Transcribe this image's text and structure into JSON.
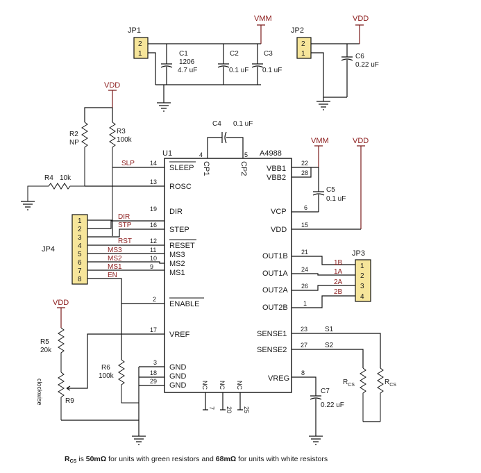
{
  "components": {
    "jp1": {
      "name": "JP1",
      "pins": [
        "2",
        "1"
      ]
    },
    "jp2": {
      "name": "JP2",
      "pins": [
        "2",
        "1"
      ]
    },
    "jp3": {
      "name": "JP3",
      "pins": [
        "1",
        "2",
        "3",
        "4"
      ]
    },
    "jp4": {
      "name": "JP4",
      "pins": [
        "1",
        "2",
        "3",
        "4",
        "5",
        "6",
        "7",
        "8"
      ]
    },
    "c1": {
      "name": "C1",
      "package": "1206",
      "value": "4.7 uF"
    },
    "c2": {
      "name": "C2",
      "value": "0.1 uF"
    },
    "c3": {
      "name": "C3",
      "value": "0.1 uF"
    },
    "c4": {
      "name": "C4",
      "value": "0.1 uF"
    },
    "c5": {
      "name": "C5",
      "value": "0.1 uF"
    },
    "c6": {
      "name": "C6",
      "value": "0.22 uF"
    },
    "c7": {
      "name": "C7",
      "value": "0.22 uF"
    },
    "r2": {
      "name": "R2",
      "value": "NP"
    },
    "r3": {
      "name": "R3",
      "value": "100k"
    },
    "r4": {
      "name": "R4",
      "value": "10k"
    },
    "r5": {
      "name": "R5",
      "value": "20k"
    },
    "r6": {
      "name": "R6",
      "value": "100k"
    },
    "r9": {
      "name": "R9",
      "side": "clockwise"
    },
    "rcs": {
      "label": "R",
      "sub": "CS"
    }
  },
  "power": {
    "vmm": "VMM",
    "vdd": "VDD"
  },
  "u1": {
    "ref": "U1",
    "part": "A4988",
    "left_pins": [
      {
        "num": "14",
        "name": "SLEEP",
        "bar": true
      },
      {
        "num": "13",
        "name": "ROSC"
      },
      {
        "num": "19",
        "name": "DIR"
      },
      {
        "num": "16",
        "name": "STEP"
      },
      {
        "num": "12",
        "name": "RESET",
        "bar": true
      },
      {
        "num": "11",
        "name": "MS3"
      },
      {
        "num": "10",
        "name": "MS2"
      },
      {
        "num": "9",
        "name": "MS1"
      },
      {
        "num": "2",
        "name": "ENABLE",
        "bar": true
      },
      {
        "num": "17",
        "name": "VREF"
      },
      {
        "num": "3",
        "name": "GND"
      },
      {
        "num": "18",
        "name": "GND"
      },
      {
        "num": "29",
        "name": "GND"
      }
    ],
    "right_pins": [
      {
        "num": "22",
        "name": "VBB1"
      },
      {
        "num": "28",
        "name": "VBB2"
      },
      {
        "num": "6",
        "name": "VCP"
      },
      {
        "num": "15",
        "name": "VDD"
      },
      {
        "num": "21",
        "name": "OUT1B"
      },
      {
        "num": "24",
        "name": "OUT1A"
      },
      {
        "num": "26",
        "name": "OUT2A"
      },
      {
        "num": "1",
        "name": "OUT2B"
      },
      {
        "num": "23",
        "name": "SENSE1"
      },
      {
        "num": "27",
        "name": "SENSE2"
      },
      {
        "num": "8",
        "name": "VREG"
      }
    ],
    "top_pins": [
      {
        "num": "4",
        "name": "CP1"
      },
      {
        "num": "5",
        "name": "CP2"
      }
    ],
    "bottom_pins": [
      {
        "num": "7",
        "name": "NC"
      },
      {
        "num": "20",
        "name": "NC"
      },
      {
        "num": "25",
        "name": "NC"
      }
    ]
  },
  "nets": {
    "slp": "SLP",
    "dir": "DIR",
    "stp": "STP",
    "rst": "RST",
    "ms3": "MS3",
    "ms2": "MS2",
    "ms1": "MS1",
    "en": "EN",
    "s1": "S1",
    "s2": "S2",
    "out_1b": "1B",
    "out_1a": "1A",
    "out_2a": "2A",
    "out_2b": "2B"
  },
  "footnote": {
    "r": "R",
    "sub": "CS",
    "t1": " is ",
    "b1": "50mΩ",
    "t2": " for units with green resistors and ",
    "b2": "68mΩ",
    "t3": " for units with white resistors"
  },
  "colors": {
    "wire": "#111111",
    "power": "#7a1a1a",
    "header": "#f6e59a",
    "netlabel": "#8b1a1a"
  }
}
